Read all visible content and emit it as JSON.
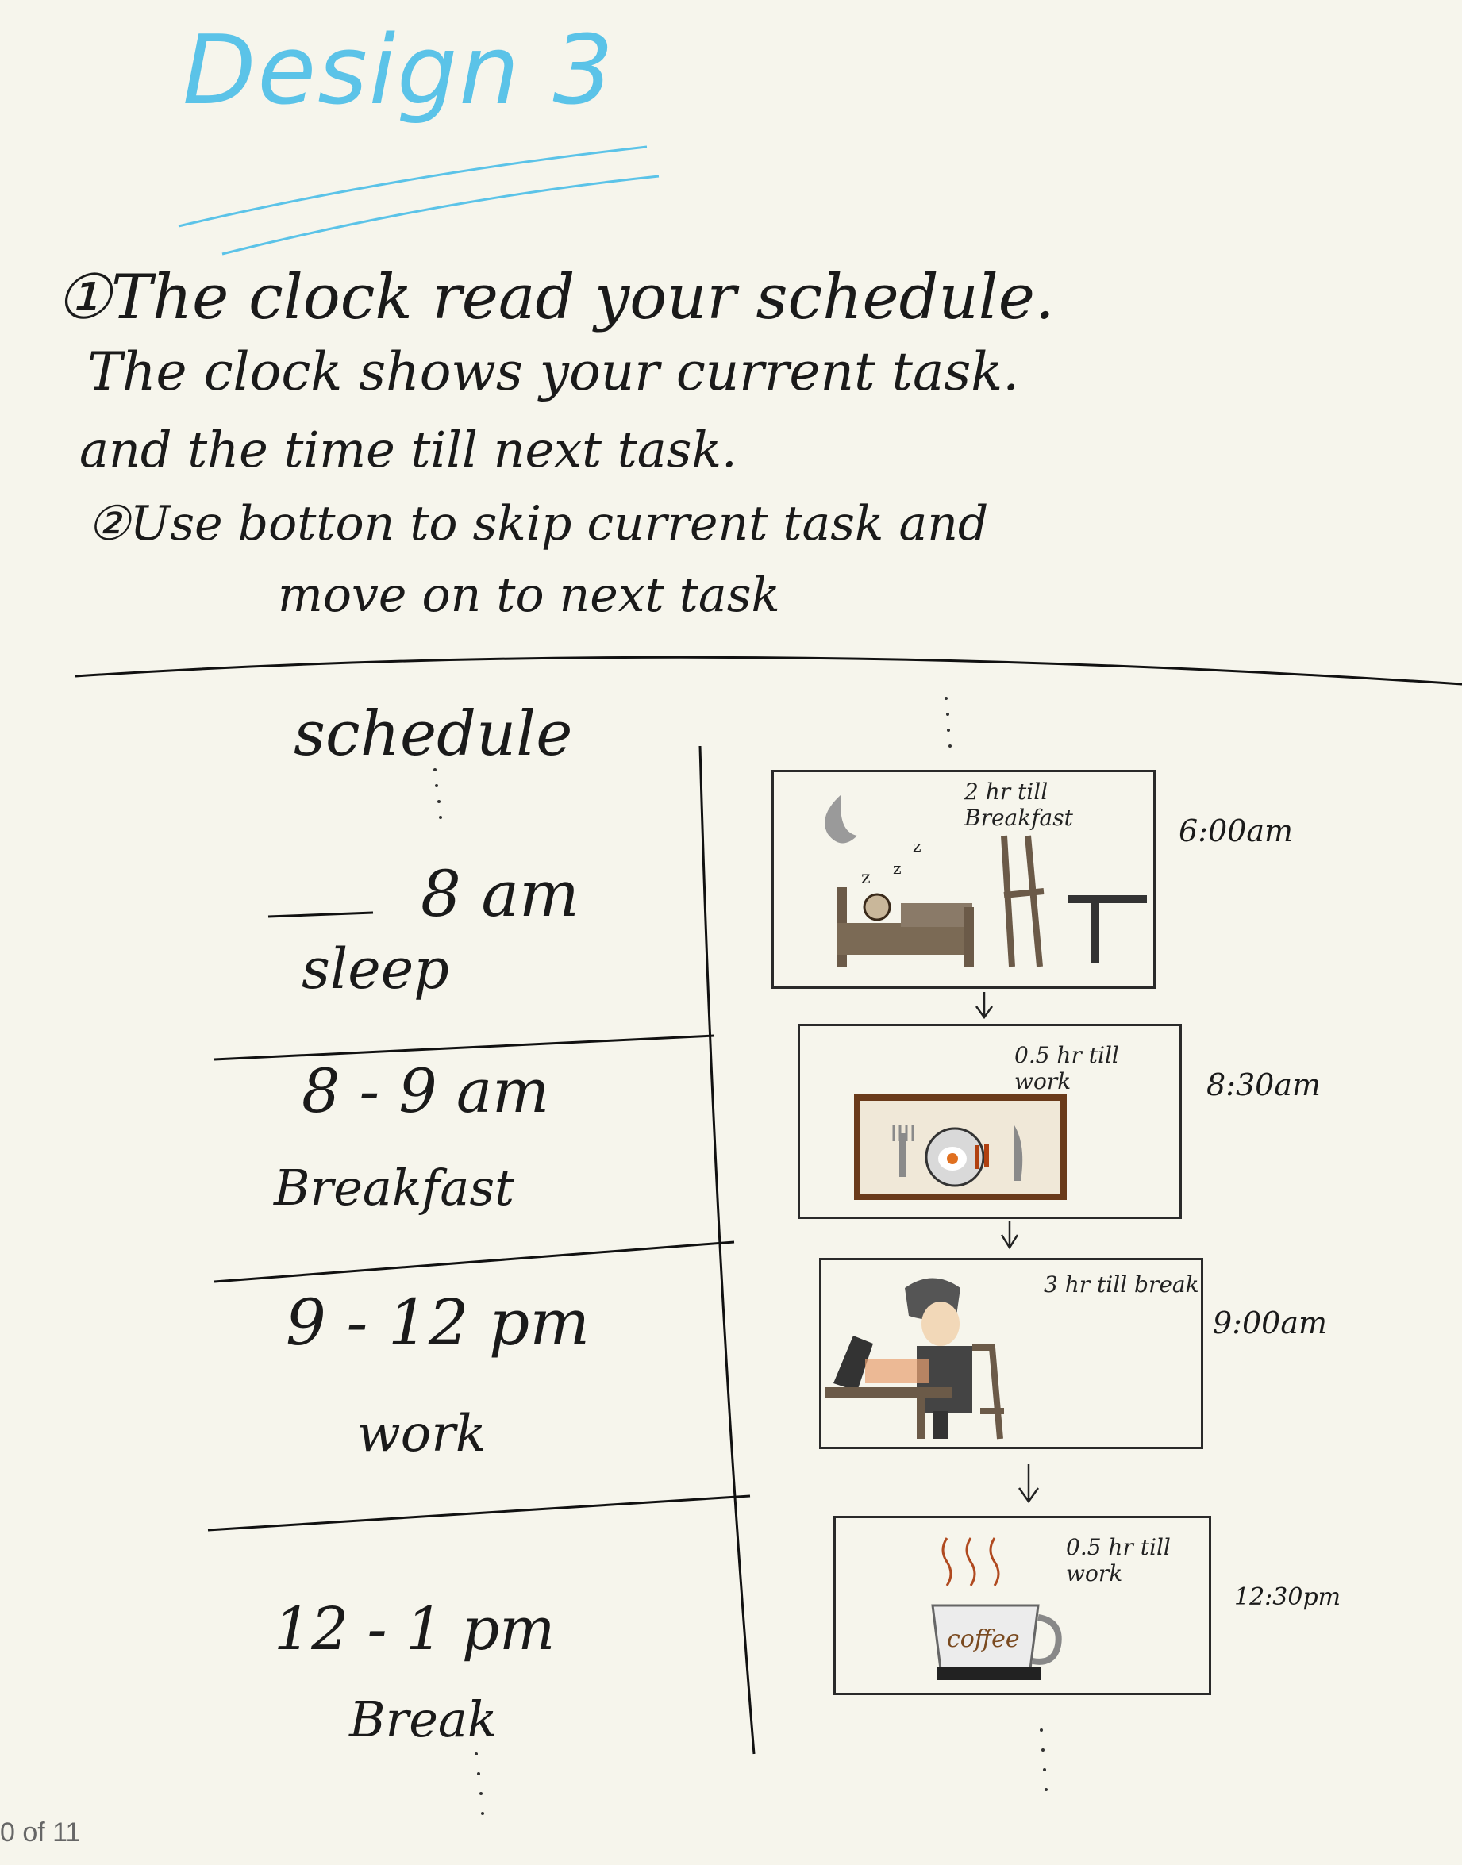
{
  "title": "Design 3",
  "notes": [
    "①The clock read your schedule.",
    "The clock shows your current task.",
    "and the time till next task.",
    "②Use botton to skip current task and",
    "move on to next task"
  ],
  "schedule": {
    "heading": "schedule",
    "entries": [
      {
        "time": "8 am",
        "task": "sleep"
      },
      {
        "time": "8 - 9 am",
        "task": "Breakfast"
      },
      {
        "time": "9 - 12 pm",
        "task": "work"
      },
      {
        "time": "12 - 1 pm",
        "task": "Break"
      }
    ]
  },
  "clock_frames": [
    {
      "till": "2 hr till Breakfast",
      "time": "6:00am",
      "icon": "sleeping-bed-icon"
    },
    {
      "till": "0.5 hr till work",
      "time": "8:30am",
      "icon": "breakfast-plate-icon"
    },
    {
      "till": "3 hr till break",
      "time": "9:00am",
      "icon": "working-desk-icon"
    },
    {
      "till": "0.5 hr till work",
      "time": "12:30pm",
      "icon": "coffee-cup-icon",
      "cup_text": "coffee"
    }
  ],
  "page_indicator": "0 of 11",
  "colors": {
    "title": "#5bc3e8",
    "ink": "#1a1a1a",
    "paper": "#f6f5ec"
  }
}
